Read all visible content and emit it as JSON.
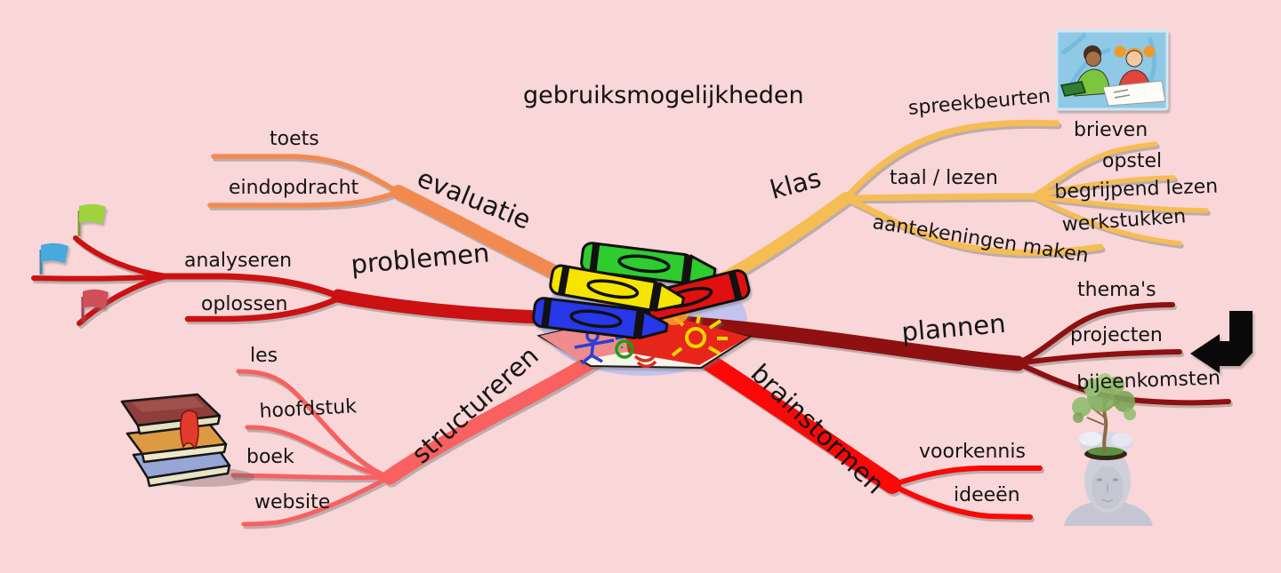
{
  "title": "gebruiksmogelijkheden",
  "central_topic": {
    "image": "crayons-on-child-drawing",
    "ellipse_color": "#c3c3f0"
  },
  "branches": {
    "evaluatie": {
      "label": "evaluatie",
      "color": "#f28a50",
      "children": {
        "toets": "toets",
        "eindopdracht": "eindopdracht"
      }
    },
    "problemen": {
      "label": "problemen",
      "color": "#cb1111",
      "children": {
        "analyseren": "analyseren",
        "oplossen": "oplossen"
      },
      "flag_icons": [
        "green-flag",
        "blue-flag",
        "red-flag"
      ]
    },
    "structureren": {
      "label": "structureren",
      "color": "#f96060",
      "children": {
        "les": "les",
        "hoofdstuk": "hoofdstuk",
        "boek": "boek",
        "website": "website"
      },
      "icon": "stack-of-books"
    },
    "klas": {
      "label": "klas",
      "color": "#f6bd54",
      "children": {
        "spreekbeurten": "spreekbeurten",
        "taal_lezen": {
          "label": "taal / lezen",
          "children": {
            "brieven": "brieven",
            "opstel": "opstel",
            "begrijpend_lezen": "begrijpend lezen",
            "werkstukken": "werkstukken"
          }
        },
        "aantekeningen_maken": "aantekeningen maken"
      },
      "icon": "children-studying"
    },
    "plannen": {
      "label": "plannen",
      "color": "#8e1010",
      "children": {
        "themas": "thema's",
        "projecten": "projecten",
        "bijeenkomsten": "bijeenkomsten"
      },
      "icon": "return-arrow"
    },
    "brainstormen": {
      "label": "brainstormen",
      "color": "#fb0808",
      "children": {
        "voorkennis": "voorkennis",
        "ideeen": "ideeën"
      },
      "icon": "head-with-tree"
    }
  },
  "colors": {
    "background": "#f9d6d7",
    "flag_green": "#9ed33c",
    "flag_blue": "#47a9de",
    "flag_red": "#d14f58",
    "arrow": "#0a0a0a"
  }
}
